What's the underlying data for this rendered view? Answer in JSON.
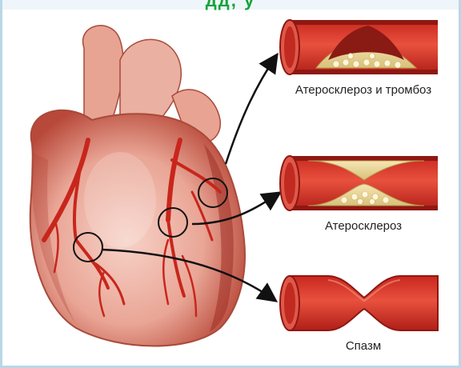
{
  "header": {
    "partial_title": "дд, у"
  },
  "panels": [
    {
      "label": "Атеросклероз и тромбоз"
    },
    {
      "label": "Атеросклероз"
    },
    {
      "label": "Спазм"
    }
  ]
}
